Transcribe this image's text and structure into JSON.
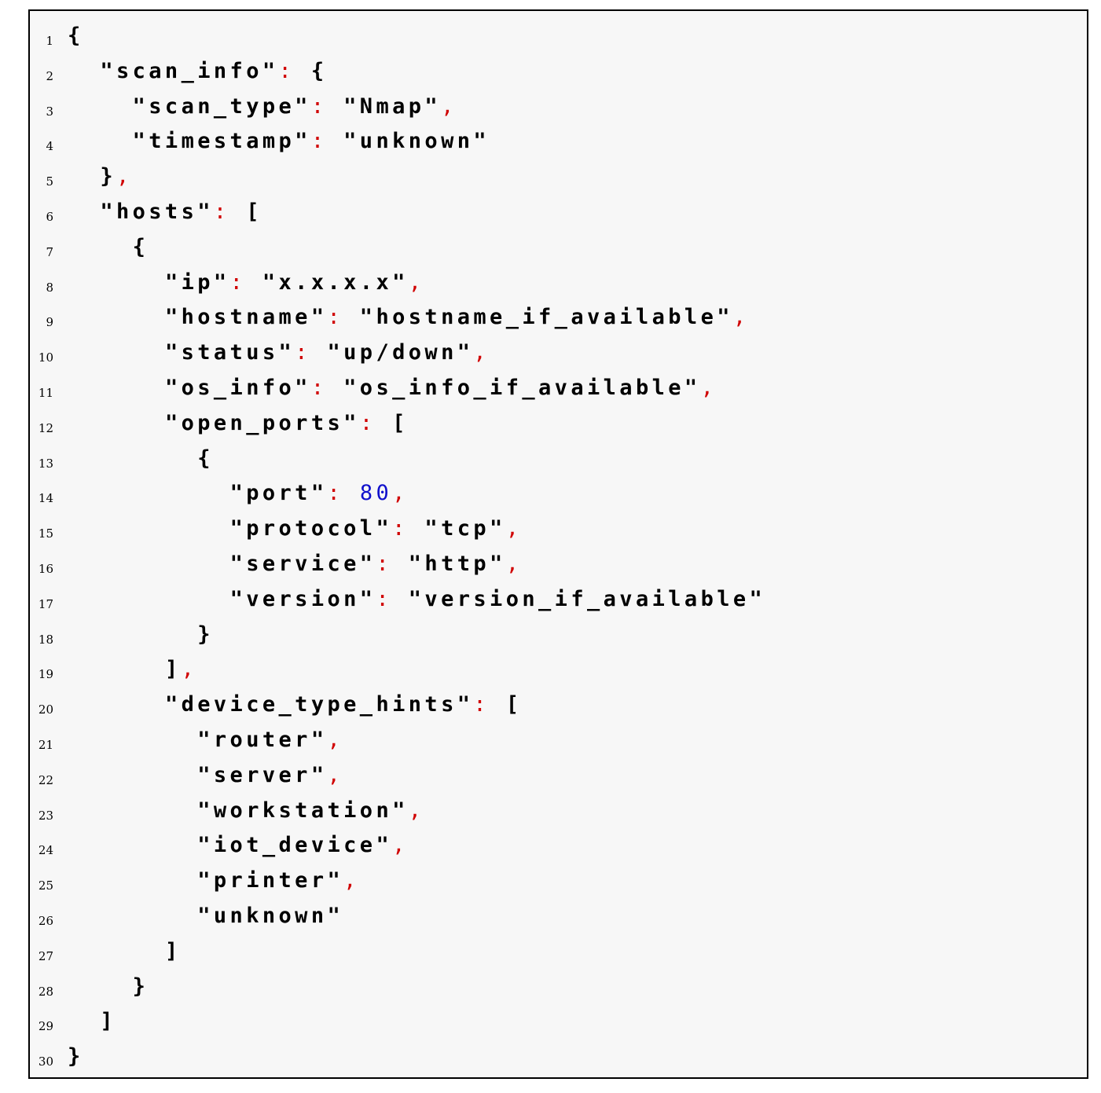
{
  "colors": {
    "punctuation": "#d00000",
    "number": "#1010cc",
    "text": "#000000",
    "background": "#f7f7f7"
  },
  "lines": [
    {
      "n": "1",
      "indent": 0,
      "tokens": [
        {
          "t": "{",
          "c": "b"
        }
      ]
    },
    {
      "n": "2",
      "indent": 1,
      "tokens": [
        {
          "t": "\"scan_info\"",
          "c": "b"
        },
        {
          "t": ":",
          "c": "p"
        },
        {
          "t": " {",
          "c": "b"
        }
      ]
    },
    {
      "n": "3",
      "indent": 2,
      "tokens": [
        {
          "t": "\"scan_type\"",
          "c": "b"
        },
        {
          "t": ":",
          "c": "p"
        },
        {
          "t": " \"Nmap\"",
          "c": "b"
        },
        {
          "t": ",",
          "c": "p"
        }
      ]
    },
    {
      "n": "4",
      "indent": 2,
      "tokens": [
        {
          "t": "\"timestamp\"",
          "c": "b"
        },
        {
          "t": ":",
          "c": "p"
        },
        {
          "t": " \"unknown\"",
          "c": "b"
        }
      ]
    },
    {
      "n": "5",
      "indent": 1,
      "tokens": [
        {
          "t": "}",
          "c": "b"
        },
        {
          "t": ",",
          "c": "p"
        }
      ]
    },
    {
      "n": "6",
      "indent": 1,
      "tokens": [
        {
          "t": "\"hosts\"",
          "c": "b"
        },
        {
          "t": ":",
          "c": "p"
        },
        {
          "t": " [",
          "c": "b"
        }
      ]
    },
    {
      "n": "7",
      "indent": 2,
      "tokens": [
        {
          "t": "{",
          "c": "b"
        }
      ]
    },
    {
      "n": "8",
      "indent": 3,
      "tokens": [
        {
          "t": "\"ip\"",
          "c": "b"
        },
        {
          "t": ":",
          "c": "p"
        },
        {
          "t": " \"x.x.x.x\"",
          "c": "b"
        },
        {
          "t": ",",
          "c": "p"
        }
      ]
    },
    {
      "n": "9",
      "indent": 3,
      "tokens": [
        {
          "t": "\"hostname\"",
          "c": "b"
        },
        {
          "t": ":",
          "c": "p"
        },
        {
          "t": " \"hostname_if_available\"",
          "c": "b"
        },
        {
          "t": ",",
          "c": "p"
        }
      ]
    },
    {
      "n": "10",
      "indent": 3,
      "tokens": [
        {
          "t": "\"status\"",
          "c": "b"
        },
        {
          "t": ":",
          "c": "p"
        },
        {
          "t": " \"up/down\"",
          "c": "b"
        },
        {
          "t": ",",
          "c": "p"
        }
      ]
    },
    {
      "n": "11",
      "indent": 3,
      "tokens": [
        {
          "t": "\"os_info\"",
          "c": "b"
        },
        {
          "t": ":",
          "c": "p"
        },
        {
          "t": " \"os_info_if_available\"",
          "c": "b"
        },
        {
          "t": ",",
          "c": "p"
        }
      ]
    },
    {
      "n": "12",
      "indent": 3,
      "tokens": [
        {
          "t": "\"open_ports\"",
          "c": "b"
        },
        {
          "t": ":",
          "c": "p"
        },
        {
          "t": " [",
          "c": "b"
        }
      ]
    },
    {
      "n": "13",
      "indent": 4,
      "tokens": [
        {
          "t": "{",
          "c": "b"
        }
      ]
    },
    {
      "n": "14",
      "indent": 5,
      "tokens": [
        {
          "t": "\"port\"",
          "c": "b"
        },
        {
          "t": ":",
          "c": "p"
        },
        {
          "t": " ",
          "c": "b"
        },
        {
          "t": "80",
          "c": "n"
        },
        {
          "t": ",",
          "c": "p"
        }
      ]
    },
    {
      "n": "15",
      "indent": 5,
      "tokens": [
        {
          "t": "\"protocol\"",
          "c": "b"
        },
        {
          "t": ":",
          "c": "p"
        },
        {
          "t": " \"tcp\"",
          "c": "b"
        },
        {
          "t": ",",
          "c": "p"
        }
      ]
    },
    {
      "n": "16",
      "indent": 5,
      "tokens": [
        {
          "t": "\"service\"",
          "c": "b"
        },
        {
          "t": ":",
          "c": "p"
        },
        {
          "t": " \"http\"",
          "c": "b"
        },
        {
          "t": ",",
          "c": "p"
        }
      ]
    },
    {
      "n": "17",
      "indent": 5,
      "tokens": [
        {
          "t": "\"version\"",
          "c": "b"
        },
        {
          "t": ":",
          "c": "p"
        },
        {
          "t": " \"version_if_available\"",
          "c": "b"
        }
      ]
    },
    {
      "n": "18",
      "indent": 4,
      "tokens": [
        {
          "t": "}",
          "c": "b"
        }
      ]
    },
    {
      "n": "19",
      "indent": 3,
      "tokens": [
        {
          "t": "]",
          "c": "b"
        },
        {
          "t": ",",
          "c": "p"
        }
      ]
    },
    {
      "n": "20",
      "indent": 3,
      "tokens": [
        {
          "t": "\"device_type_hints\"",
          "c": "b"
        },
        {
          "t": ":",
          "c": "p"
        },
        {
          "t": " [",
          "c": "b"
        }
      ]
    },
    {
      "n": "21",
      "indent": 4,
      "tokens": [
        {
          "t": "\"router\"",
          "c": "b"
        },
        {
          "t": ",",
          "c": "p"
        }
      ]
    },
    {
      "n": "22",
      "indent": 4,
      "tokens": [
        {
          "t": "\"server\"",
          "c": "b"
        },
        {
          "t": ",",
          "c": "p"
        }
      ]
    },
    {
      "n": "23",
      "indent": 4,
      "tokens": [
        {
          "t": "\"workstation\"",
          "c": "b"
        },
        {
          "t": ",",
          "c": "p"
        }
      ]
    },
    {
      "n": "24",
      "indent": 4,
      "tokens": [
        {
          "t": "\"iot_device\"",
          "c": "b"
        },
        {
          "t": ",",
          "c": "p"
        }
      ]
    },
    {
      "n": "25",
      "indent": 4,
      "tokens": [
        {
          "t": "\"printer\"",
          "c": "b"
        },
        {
          "t": ",",
          "c": "p"
        }
      ]
    },
    {
      "n": "26",
      "indent": 4,
      "tokens": [
        {
          "t": "\"unknown\"",
          "c": "b"
        }
      ]
    },
    {
      "n": "27",
      "indent": 3,
      "tokens": [
        {
          "t": "]",
          "c": "b"
        }
      ]
    },
    {
      "n": "28",
      "indent": 2,
      "tokens": [
        {
          "t": "}",
          "c": "b"
        }
      ]
    },
    {
      "n": "29",
      "indent": 1,
      "tokens": [
        {
          "t": "]",
          "c": "b"
        }
      ]
    },
    {
      "n": "30",
      "indent": 0,
      "tokens": [
        {
          "t": "}",
          "c": "b"
        }
      ]
    }
  ]
}
